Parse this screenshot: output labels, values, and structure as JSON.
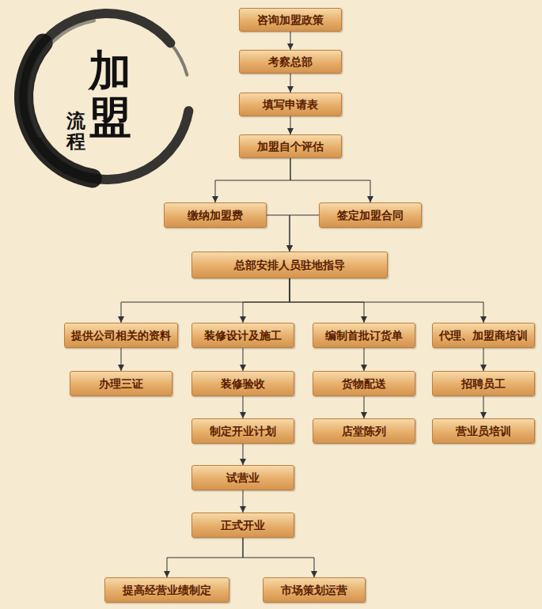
{
  "diagram": {
    "nodes": [
      {
        "text": [
          "咨询加盟政策"
        ]
      },
      {
        "text": [
          "考察总部"
        ]
      },
      {
        "text": [
          "填写申请表"
        ]
      },
      {
        "text": [
          "加盟自个评估"
        ]
      },
      {
        "text": [
          "缴纳加盟费"
        ]
      },
      {
        "text": [
          "签定加盟合同"
        ]
      },
      {
        "text": [
          "总部安排人员驻地指导"
        ]
      },
      {
        "text": [
          "提供公司相关的资料"
        ]
      },
      {
        "text": [
          "装修设计及施工"
        ]
      },
      {
        "text": [
          "编制首批订货单"
        ]
      },
      {
        "text": [
          "代理、加盟商培训"
        ]
      },
      {
        "text": [
          "办理三证"
        ]
      },
      {
        "text": [
          "装修验收"
        ]
      },
      {
        "text": [
          "货物配送"
        ]
      },
      {
        "text": [
          "招聘员工"
        ]
      },
      {
        "text": [
          "制定开业计划"
        ]
      },
      {
        "text": [
          "店堂陈列"
        ]
      },
      {
        "text": [
          "营业员培训"
        ]
      },
      {
        "text": [
          "试营业"
        ]
      },
      {
        "text": [
          "正式开业"
        ]
      },
      {
        "text": [
          "提高经营业绩制定"
        ]
      },
      {
        "text": [
          "市场策划运营"
        ]
      }
    ],
    "edges": [
      {
        "from": 0,
        "to": 1,
        "arrow": "to"
      },
      {
        "from": 1,
        "to": 2,
        "arrow": "to"
      },
      {
        "from": 2,
        "to": 3,
        "arrow": "to"
      },
      {
        "from": 3,
        "to": 4,
        "arrow": "to"
      },
      {
        "from": 3,
        "to": 5,
        "arrow": "to"
      },
      {
        "from": 4,
        "to": 6,
        "arrow": "to"
      },
      {
        "from": 5,
        "to": 6,
        "arrow": "to"
      },
      {
        "from": 6,
        "to": 7,
        "arrow": "to"
      },
      {
        "from": 6,
        "to": 8,
        "arrow": "to"
      },
      {
        "from": 6,
        "to": 9,
        "arrow": "to"
      },
      {
        "from": 6,
        "to": 10,
        "arrow": "to"
      },
      {
        "from": 7,
        "to": 11,
        "arrow": "to"
      },
      {
        "from": 8,
        "to": 12,
        "arrow": "to"
      },
      {
        "from": 9,
        "to": 13,
        "arrow": "to"
      },
      {
        "from": 10,
        "to": 14,
        "arrow": "to"
      },
      {
        "from": 12,
        "to": 15,
        "arrow": "to"
      },
      {
        "from": 13,
        "to": 16,
        "arrow": "to"
      },
      {
        "from": 14,
        "to": 17,
        "arrow": "to"
      },
      {
        "from": 15,
        "to": 18,
        "arrow": "to"
      },
      {
        "from": 18,
        "to": 19,
        "arrow": "to"
      },
      {
        "from": 19,
        "to": 20,
        "arrow": "to"
      },
      {
        "from": 19,
        "to": 21,
        "arrow": "to"
      }
    ],
    "labels": [
      "加盟",
      "流程"
    ]
  }
}
